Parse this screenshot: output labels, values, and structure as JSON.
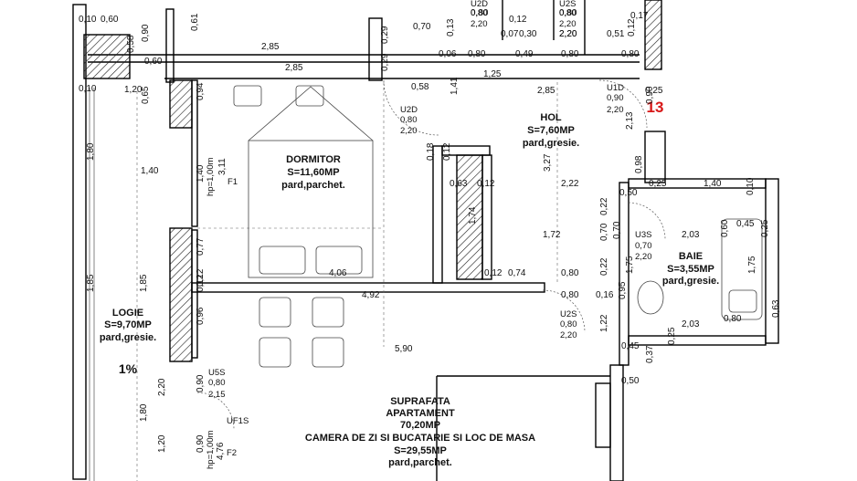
{
  "rooms": {
    "dormitor": {
      "name": "DORMITOR",
      "area": "S=11,60MP",
      "finish": "pard,parchet."
    },
    "hol": {
      "name": "HOL",
      "area": "S=7,60MP",
      "finish": "pard,gresie."
    },
    "baie": {
      "name": "BAIE",
      "area": "S=3,55MP",
      "finish": "pard,gresie."
    },
    "logie": {
      "name": "LOGIE",
      "area": "S=9,70MP",
      "finish": "pard,gresie.",
      "slope": "1%"
    },
    "camera": {
      "line1": "SUPRAFATA",
      "line2": "APARTAMENT",
      "line3": "70,20MP",
      "line4": "CAMERA DE ZI SI BUCATARIE SI LOC DE MASA",
      "line5": "S=29,55MP",
      "line6": "pard,parchet."
    }
  },
  "apartment_number": "13",
  "openings": [
    {
      "code": "U2D",
      "w": "0,80",
      "h": "2,20"
    },
    {
      "code": "U2S",
      "w": "0,80",
      "h": "2,20"
    },
    {
      "code": "U1D",
      "w": "0,90",
      "h": "2,20"
    },
    {
      "code": "U2D",
      "w": "0,80",
      "h": "2,20"
    },
    {
      "code": "U3S",
      "w": "0,70",
      "h": "2,20"
    },
    {
      "code": "U2S",
      "w": "0,80",
      "h": "2,20"
    },
    {
      "code": "U5S",
      "w": "0,80",
      "h": "2,15"
    },
    {
      "code": "UF1S",
      "w": "",
      "h": ""
    }
  ],
  "window_tags": [
    "F1",
    "F2"
  ],
  "hp_notes": [
    "hp=1,00m",
    "hp=1,00m"
  ],
  "dims": [
    "0,10",
    "0,60",
    "0,61",
    "0,29",
    "0,70",
    "0,13",
    "0,12",
    "0,80",
    "0,80",
    "2,20",
    "0,07",
    "0,30",
    "2,20",
    "0,17",
    "0,51",
    "0,12",
    "0,58",
    "0,60",
    "2,85",
    "0,90",
    "0,06",
    "0,80",
    "0,49",
    "0,80",
    "0,80",
    "0,29",
    "2,85",
    "1,25",
    "0,10",
    "1,20",
    "0,58",
    "2,85",
    "0,25",
    "1,41",
    "0,94",
    "0,65",
    "2,13",
    "0,90",
    "1,80",
    "1,40",
    "0,18",
    "0,12",
    "3,27",
    "0,98",
    "1,40",
    "3,11",
    "0,63",
    "0,12",
    "2,22",
    "0,50",
    "0,25",
    "1,40",
    "0,10",
    "1,74",
    "0,22",
    "0,45",
    "0,25",
    "0,70",
    "1,72",
    "0,70",
    "2,03",
    "0,60",
    "0,77",
    "0,12",
    "4,06",
    "0,12",
    "0,74",
    "0,80",
    "0,22",
    "1,75",
    "1,75",
    "1,85",
    "1,85",
    "0,12",
    "4,92",
    "0,80",
    "0,16",
    "0,95",
    "0,96",
    "1,22",
    "2,03",
    "0,80",
    "0,63",
    "5,90",
    "0,45",
    "0,37",
    "0,25",
    "0,90",
    "0,50",
    "2,20",
    "1,80",
    "0,90",
    "1,20",
    "4,76"
  ]
}
